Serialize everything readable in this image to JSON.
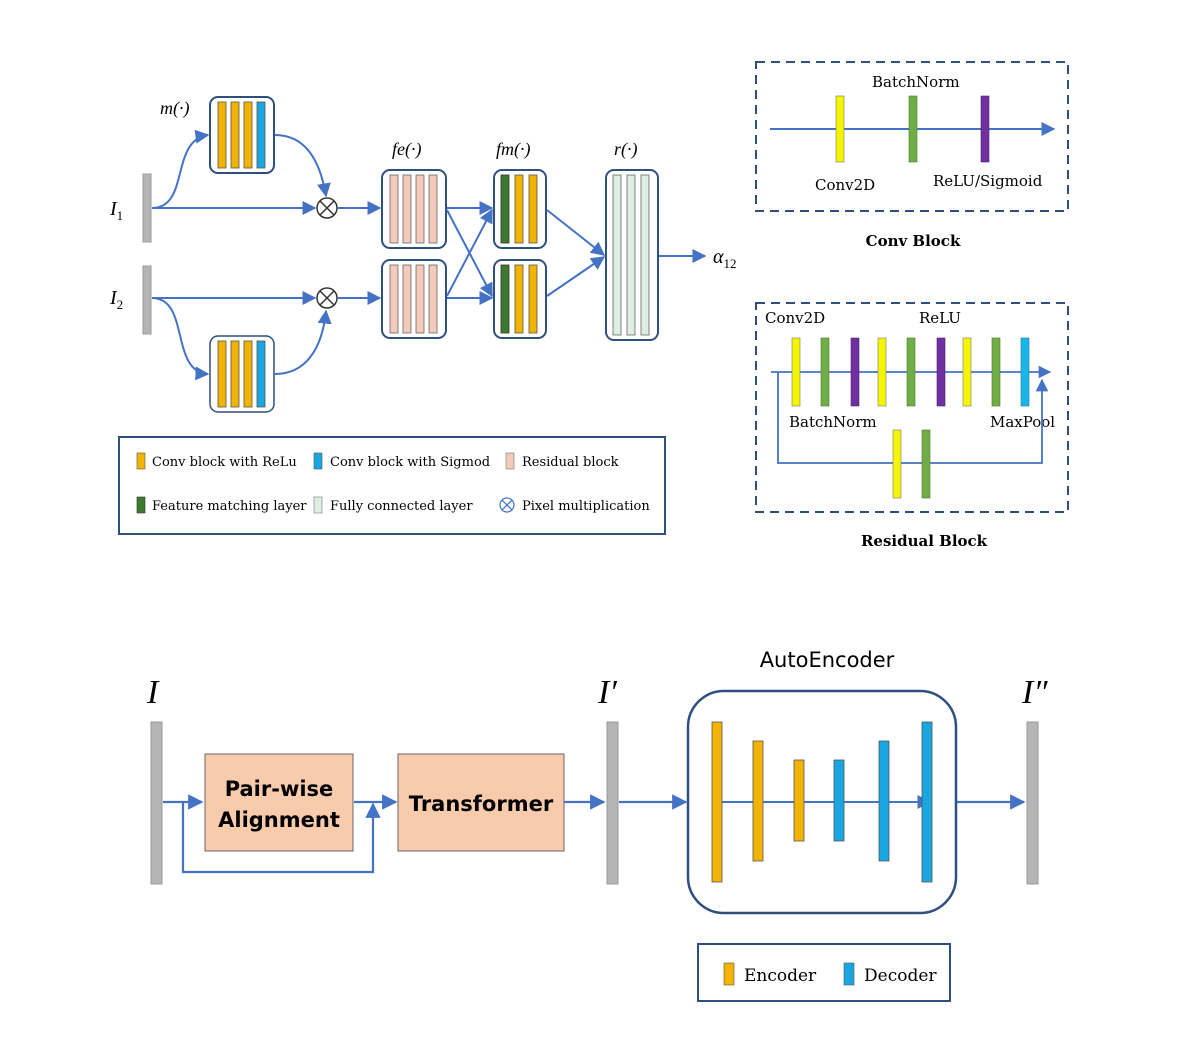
{
  "top": {
    "input1": {
      "letter": "I",
      "sub": "1"
    },
    "input2": {
      "letter": "I",
      "sub": "2"
    },
    "mask_fn": "m(·)",
    "fe_fn": "fe(·)",
    "fm_fn": "fm(·)",
    "r_fn": "r(·)",
    "output": {
      "letter": "α",
      "sub": "12"
    }
  },
  "legend_top": {
    "items": [
      {
        "label": "Conv block with ReLu",
        "color": "#f2b400"
      },
      {
        "label": "Conv block with Sigmod",
        "color": "#1aa6e0"
      },
      {
        "label": "Residual block",
        "color": "#f4cbbb"
      },
      {
        "label": "Feature matching layer",
        "color": "#3d7a2e"
      },
      {
        "label": "Fully connected layer",
        "color": "#dfeee2"
      },
      {
        "label": "Pixel multiplication",
        "icon": "otimes-icon"
      }
    ]
  },
  "conv_block": {
    "title": "Conv Block",
    "labels": {
      "batchnorm": "BatchNorm",
      "conv2d": "Conv2D",
      "activation": "ReLU/Sigmoid"
    }
  },
  "residual_block": {
    "title": "Residual Block",
    "labels": {
      "conv2d": "Conv2D",
      "relu": "ReLU",
      "batchnorm": "BatchNorm",
      "maxpool": "MaxPool"
    }
  },
  "bottom": {
    "input": "I",
    "mid": "I′",
    "out": "I″",
    "pairwise": [
      "Pair-wise",
      "Alignment"
    ],
    "transformer": "Transformer",
    "autoencoder": "AutoEncoder"
  },
  "legend_bottom": {
    "items": [
      {
        "label": "Encoder",
        "color": "#f2b400"
      },
      {
        "label": "Decoder",
        "color": "#1aa6e0"
      }
    ]
  },
  "colors": {
    "line": "#4472c4",
    "frame": "#2f4f7f",
    "gray_bar": "#b5b5b5",
    "conv_relu": "#f2b400",
    "conv_sigmoid": "#1aa6e0",
    "residual": "#f4cbbb",
    "feature_match": "#3d7a2e",
    "fully_connected": "#dfeee2",
    "conv2d_yellow": "#f5f500",
    "batchnorm_green": "#70ad47",
    "relu_purple": "#7030a0",
    "box_fill": "#f8cbad"
  }
}
